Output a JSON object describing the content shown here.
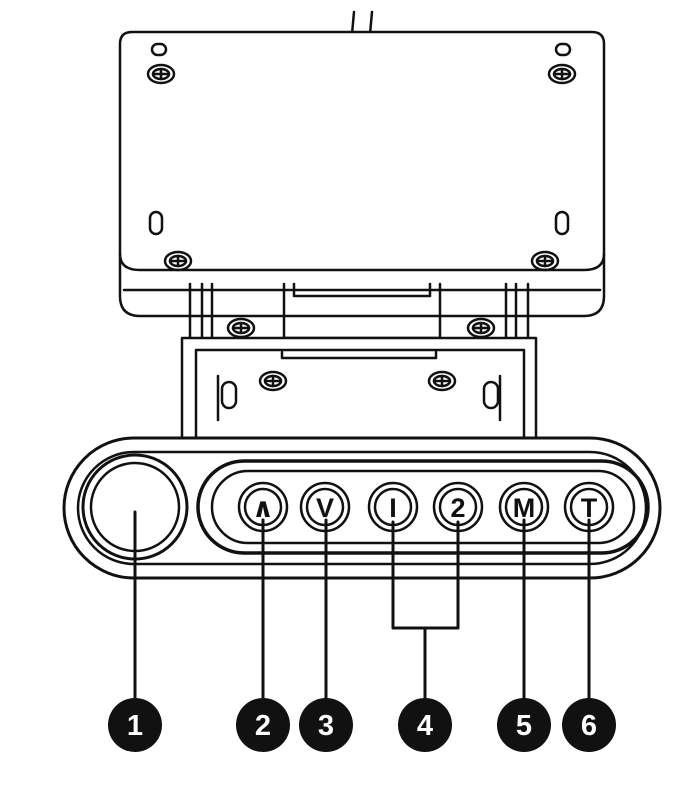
{
  "buttons": [
    {
      "glyph": "∧",
      "icon": "up-arrow-icon"
    },
    {
      "glyph": "V",
      "icon": "down-arrow-icon"
    },
    {
      "glyph": "I",
      "icon": "preset-1-icon"
    },
    {
      "glyph": "2",
      "icon": "preset-2-icon"
    },
    {
      "glyph": "M",
      "icon": "memory-icon"
    },
    {
      "glyph": "T",
      "icon": "timer-icon"
    }
  ],
  "callouts": [
    "1",
    "2",
    "3",
    "4",
    "5",
    "6"
  ],
  "colors": {
    "stroke": "#111111",
    "fill": "#ffffff",
    "callout": "#111111"
  }
}
